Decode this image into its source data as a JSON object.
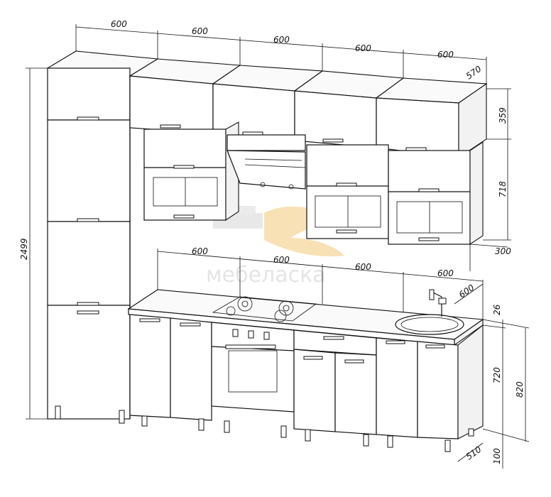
{
  "watermark": {
    "brand": "мебеласка"
  },
  "dimensions": {
    "upper_widths": [
      "600",
      "600",
      "600",
      "600",
      "600"
    ],
    "upper_depth": "570",
    "upper_height": "359",
    "mid_height": "718",
    "mid_depth": "300",
    "total_height": "2499",
    "lower_widths": [
      "600",
      "600",
      "600",
      "600"
    ],
    "lower_depth": "600",
    "countertop": "26",
    "base_height": "720",
    "total_base_height": "820",
    "base_depth": "510",
    "plinth": "100"
  }
}
